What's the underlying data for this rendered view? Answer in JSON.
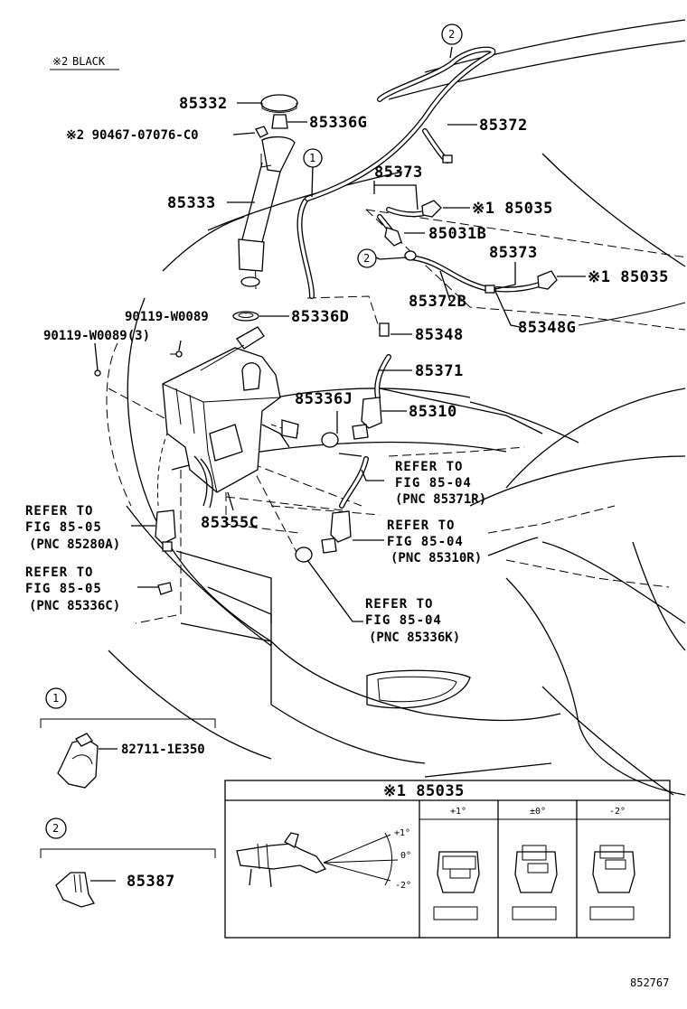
{
  "note": {
    "mark": "※2",
    "text": "BLACK"
  },
  "labels": {
    "p85332": "85332",
    "p85336G": "85336G",
    "p90467": "※2 90467-07076-C0",
    "p85333": "85333",
    "p85372": "85372",
    "p85373a": "85373",
    "p85035a": "※1 85035",
    "p85031B": "85031B",
    "p85373b": "85373",
    "p85035b": "※1 85035",
    "p85372B": "85372B",
    "p85348G": "85348G",
    "p90119a": "90119-W0089",
    "p85336D": "85336D",
    "p90119b": "90119-W0089(3)",
    "p85348": "85348",
    "p85371": "85371",
    "p85336J": "85336J",
    "p85310": "85310",
    "p85355C": "85355C",
    "p82711": "82711-1E350",
    "p85387": "85387"
  },
  "refs": {
    "r1": {
      "line1": "REFER TO",
      "line2": "FIG 85-04",
      "line3": "(PNC 85371R)"
    },
    "r2": {
      "line1": "REFER TO",
      "line2": "FIG 85-04",
      "line3": "(PNC 85310R)"
    },
    "r3": {
      "line1": "REFER TO",
      "line2": "FIG 85-05",
      "line3": "(PNC 85280A)"
    },
    "r4": {
      "line1": "REFER TO",
      "line2": "FIG 85-05",
      "line3": "(PNC 85336C)"
    },
    "r5": {
      "line1": "REFER TO",
      "line2": "FIG 85-04",
      "line3": "(PNC 85336K)"
    }
  },
  "callouts": {
    "c1": "1",
    "c2": "2"
  },
  "detail_box": {
    "title": "※1 85035",
    "cols": [
      "+1°",
      "±0°",
      "-2°"
    ],
    "angles": {
      "plus1": "+1°",
      "zero": "0°",
      "minus2": "-2°"
    }
  },
  "figure_id": "852767"
}
